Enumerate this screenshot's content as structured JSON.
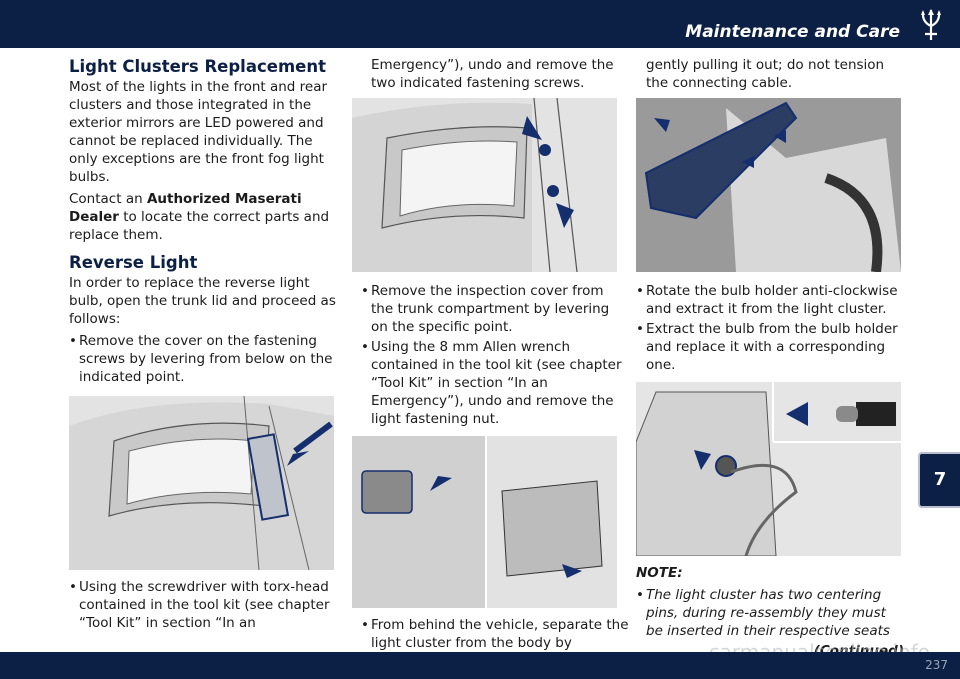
{
  "header": {
    "title": "Maintenance and Care",
    "logo": "maserati-trident-icon"
  },
  "chapter_tab": "7",
  "page_number": "237",
  "watermark": "carmanualsonline.info",
  "col1": {
    "h1": "Light Clusters Replacement",
    "p1": "Most of the lights in the front and rear clusters and those integrated in the exterior mirrors are LED powered and cannot be replaced individually. The only exceptions are the front fog light bulbs.",
    "p2a": "Contact an ",
    "p2b": "Authorized Maserati Dealer",
    "p2c": " to locate the correct parts and replace them.",
    "h2": "Reverse Light",
    "p3": "In order to replace the reverse light bulb, open the trunk lid and proceed as follows:",
    "b1": "Remove the cover on the fastening screws by levering from below on the indicated point.",
    "b2": "Using the screwdriver with torx-head contained in the tool kit (see chapter “Tool Kit” in section “In an"
  },
  "col2": {
    "cont": "Emergency”), undo and remove the two indicated fastening screws.",
    "b1": "Remove the inspection cover from the trunk compartment by levering on the specific point.",
    "b2": "Using the 8 mm Allen wrench contained in the tool kit (see chapter “Tool Kit” in section “In an Emergency”), undo and remove the light fastening nut.",
    "b3": "From behind the vehicle, separate the light cluster from the body by"
  },
  "col3": {
    "cont": "gently pulling it out; do not tension the connecting cable.",
    "b1": "Rotate the bulb holder anti-clockwise and extract it from the light cluster.",
    "b2": "Extract the bulb from the bulb holder and replace it with a corresponding one.",
    "note_title": "NOTE:",
    "note": "The light cluster has two centering pins, during re-assembly they must be inserted in their respective seats",
    "continued": "(Continued)"
  },
  "colors": {
    "navy": "#0c1f45",
    "arrow_blue": "#142e6e",
    "figure_bg": "#e7e7e7"
  }
}
